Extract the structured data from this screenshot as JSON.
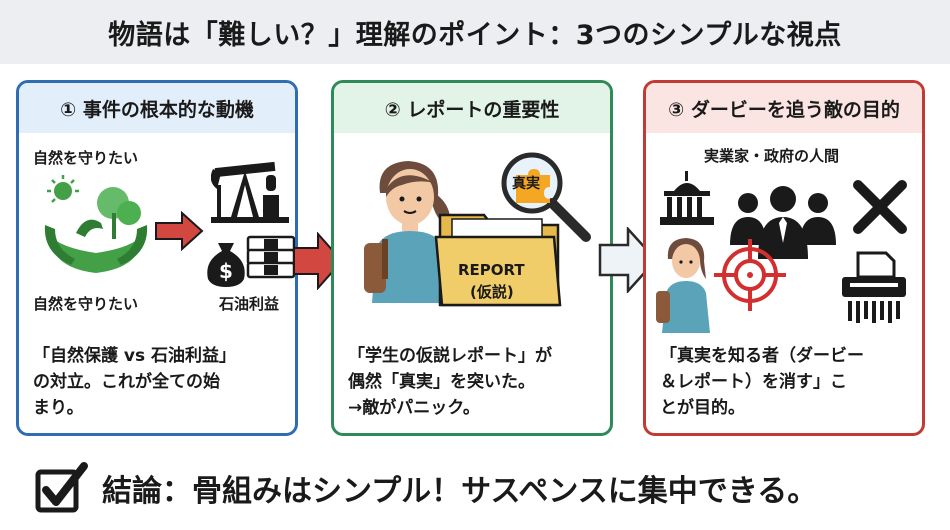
{
  "header": {
    "title": "物語は「難しい？」理解のポイント：3つのシンプルな視点"
  },
  "panels": [
    {
      "heading": "① 事件の根本的な動機",
      "label_top": "自然を守りたい",
      "label_bottom": "自然を守りたい",
      "label_right": "石油利益",
      "desc_lines": [
        "「自然保護 vs 石油利益」",
        "の対立。これが全ての始",
        "まり。"
      ]
    },
    {
      "heading": "② レポートの重要性",
      "folder_label_1": "REPORT",
      "folder_label_2": "(仮説)",
      "lens_label": "真実",
      "desc_lines": [
        "「学生の仮説レポート」が",
        "偶然「真実」を突いた。",
        "→敵がパニック。"
      ]
    },
    {
      "heading": "③ ダービーを追う敵の目的",
      "label_top": "実業家・政府の人間",
      "desc_lines": [
        "「真実を知る者（ダービー",
        "＆レポート）を消す」こ",
        "とが目的。"
      ]
    }
  ],
  "conclusion": {
    "text": "結論：骨組みはシンプル！サスペンスに集中できる。"
  },
  "colors": {
    "panel1": "#2f6db3",
    "panel2": "#2e8b57",
    "panel3": "#c23a36",
    "arrow_red": "#d2473f",
    "nature_green": "#4caf50",
    "target_red": "#d32f2f"
  }
}
